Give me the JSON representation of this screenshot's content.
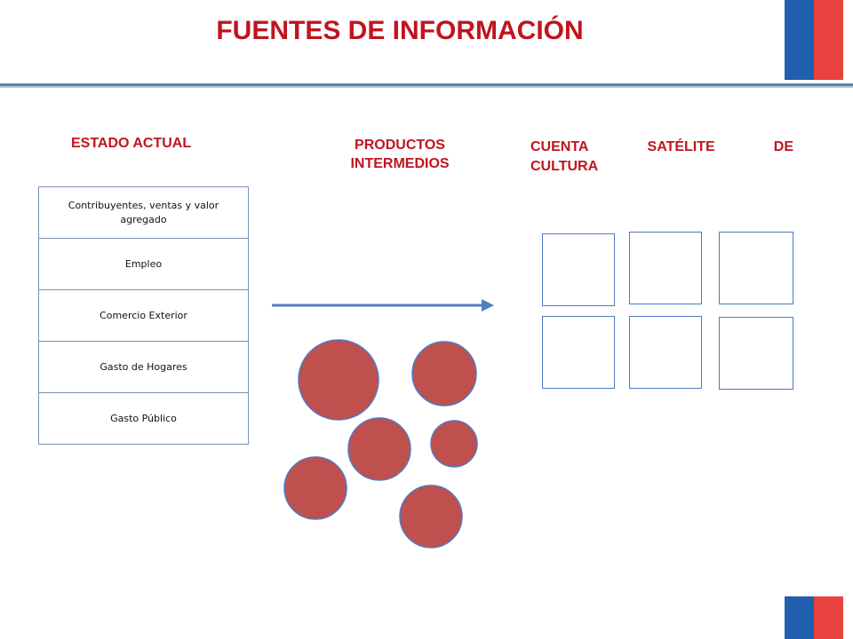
{
  "title": "FUENTES DE INFORMACIÓN",
  "columns": {
    "estado": "ESTADO ACTUAL",
    "productos_line1": "PRODUCTOS",
    "productos_line2": "INTERMEDIOS",
    "cuenta_word1": "CUENTA",
    "cuenta_word2": "SATÉLITE",
    "cuenta_word3": "DE",
    "cuenta_line2": "CULTURA"
  },
  "sources": [
    "Contribuyentes, ventas y valor agregado",
    "Empleo",
    "Comercio Exterior",
    "Gasto de Hogares",
    "Gasto Público"
  ],
  "colors": {
    "title": "#c0141e",
    "circle_fill": "#c0504d",
    "circle_stroke": "#4f7ac0",
    "box_stroke": "#4f7ac0",
    "arrow": "#4f81bd",
    "flag_blue": "#1f5fae",
    "flag_red": "#e8423f"
  }
}
